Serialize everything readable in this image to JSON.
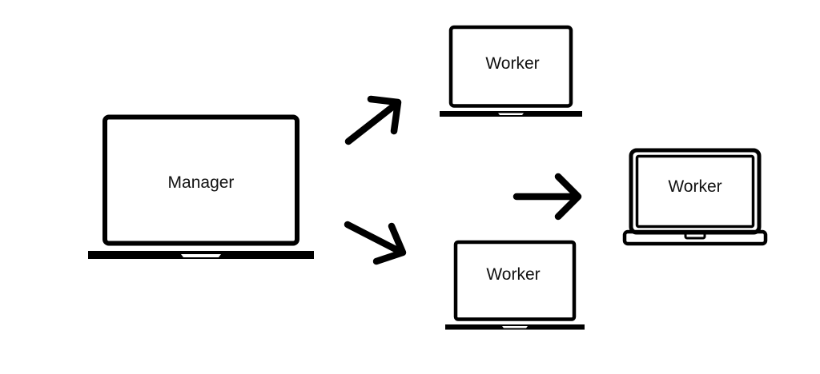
{
  "colors": {
    "stroke": "#000000",
    "background": "#ffffff",
    "text": "#111111"
  },
  "nodes": {
    "manager": {
      "label": "Manager",
      "icon": "laptop-icon"
    },
    "worker_top": {
      "label": "Worker",
      "icon": "laptop-icon"
    },
    "worker_bottom": {
      "label": "Worker",
      "icon": "laptop-icon"
    },
    "worker_right": {
      "label": "Worker",
      "icon": "laptop-icon"
    }
  },
  "edges": [
    {
      "from": "manager",
      "to": "worker_top",
      "icon": "arrow-icon"
    },
    {
      "from": "manager",
      "to": "worker_bottom",
      "icon": "arrow-icon"
    },
    {
      "to": "worker_right",
      "icon": "arrow-icon"
    }
  ]
}
